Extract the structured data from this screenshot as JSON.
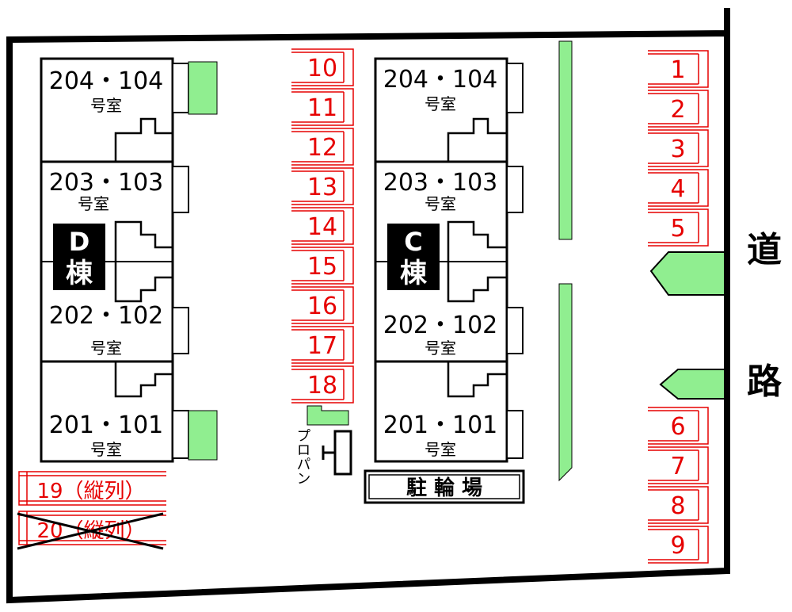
{
  "road": {
    "char1": "道",
    "char2": "路"
  },
  "buildings": {
    "d": {
      "label_top": "D",
      "label_bottom": "棟",
      "units": [
        {
          "number": "204・104",
          "suffix": "号室"
        },
        {
          "number": "203・103",
          "suffix": "号室"
        },
        {
          "number": "202・102",
          "suffix": "号室"
        },
        {
          "number": "201・101",
          "suffix": "号室"
        }
      ]
    },
    "c": {
      "label_top": "C",
      "label_bottom": "棟",
      "units": [
        {
          "number": "204・104",
          "suffix": "号室"
        },
        {
          "number": "203・103",
          "suffix": "号室"
        },
        {
          "number": "202・102",
          "suffix": "号室"
        },
        {
          "number": "201・101",
          "suffix": "号室"
        }
      ]
    }
  },
  "parking": {
    "right_top": [
      "1",
      "2",
      "3",
      "4",
      "5"
    ],
    "right_bottom": [
      "6",
      "7",
      "8",
      "9"
    ],
    "center": [
      "10",
      "11",
      "12",
      "13",
      "14",
      "15",
      "16",
      "17",
      "18"
    ],
    "tandem": [
      "19（縦列）",
      "20（縦列）"
    ]
  },
  "facilities": {
    "bicycle": "駐 輪 場",
    "propane": "プロパン"
  },
  "colors": {
    "green": "#90ee90",
    "red": "#e60000",
    "black": "#000000"
  }
}
